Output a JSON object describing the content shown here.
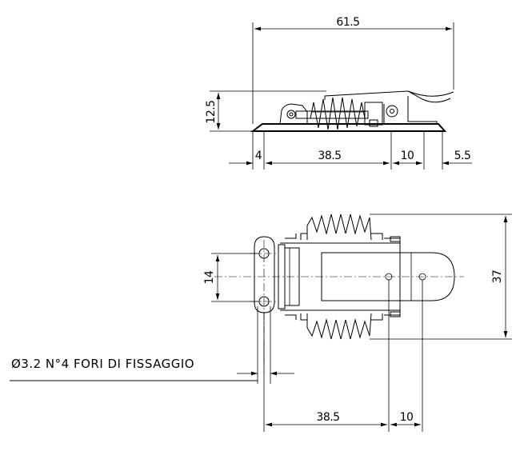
{
  "side_view": {
    "dims": {
      "overall_length": "61.5",
      "height": "12.5",
      "left_offset": "4",
      "hole_span": "38.5",
      "slot_width": "10",
      "right_offset": "5.5"
    }
  },
  "top_view": {
    "dims": {
      "hole_pitch": "14",
      "overall_width": "37",
      "hole_span": "38.5",
      "slot_width": "10"
    }
  },
  "note": "Ø3.2 N°4 FORI DI FISSAGGIO"
}
